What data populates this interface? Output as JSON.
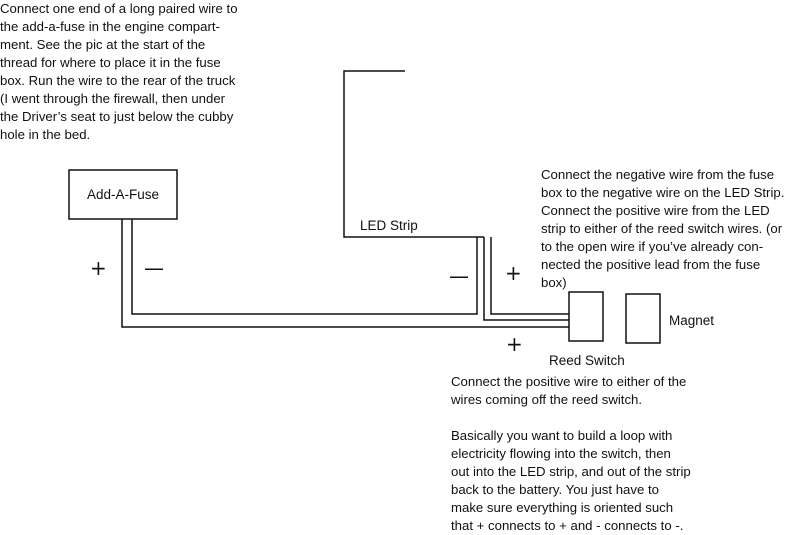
{
  "notes": {
    "intro": "Connect one end of a long paired wire to\nthe add-a-fuse in the engine compart-\nment. See the pic at the start of the\nthread for where to place it in the fuse\nbox. Run the wire to the rear of the truck\n(I went through the firewall, then under\nthe Driver’s seat to just below the cubby\nhole in the bed.",
    "led_connection": "Connect the negative wire from the fuse\nbox to the negative wire on the LED Strip.\nConnect the positive wire from the LED\nstrip to either of the reed switch wires. (or\nto the open wire if you’ve already con-\nnected the positive lead from the fuse\nbox)",
    "reed_connection": "Connect the positive wire to either of the\nwires coming off the reed switch.",
    "summary": "Basically you want to build a loop with\nelectricity flowing into the switch, then\nout into the LED strip, and out of the strip\nback to the battery. You just have to\nmake sure everything is oriented such\nthat + connects to + and - connects to -."
  },
  "components": {
    "add_a_fuse": "Add-A-Fuse",
    "led_strip": "LED Strip",
    "reed_switch": "Reed Switch",
    "magnet": "Magnet"
  },
  "signs": {
    "fuse_plus": "+",
    "fuse_minus": "—",
    "led_minus": "—",
    "led_plus": "+",
    "reed_plus": "+"
  },
  "colors": {
    "line": "#111111",
    "background": "#ffffff"
  }
}
